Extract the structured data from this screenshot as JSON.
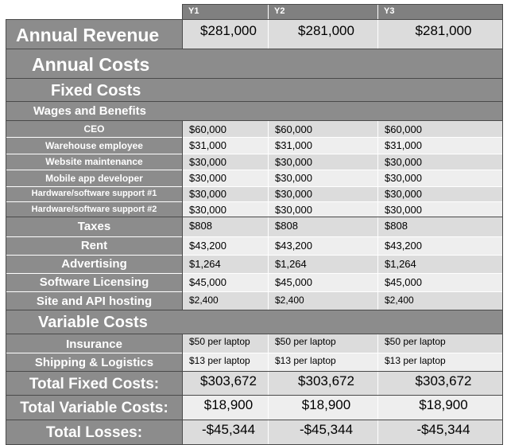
{
  "years": [
    "Y1",
    "Y2",
    "Y3"
  ],
  "annual_revenue": {
    "label": "Annual Revenue",
    "values": [
      "$281,000",
      "$281,000",
      "$281,000"
    ]
  },
  "annual_costs_label": "Annual Costs",
  "fixed_costs_label": "Fixed Costs",
  "wages_label": "Wages and Benefits",
  "wages": [
    {
      "label": "CEO",
      "values": [
        "$60,000",
        "$60,000",
        "$60,000"
      ]
    },
    {
      "label": "Warehouse employee",
      "values": [
        "$31,000",
        "$31,000",
        "$31,000"
      ]
    },
    {
      "label": "Website maintenance",
      "values": [
        "$30,000",
        "$30,000",
        "$30,000"
      ]
    },
    {
      "label": "Mobile app developer",
      "values": [
        "$30,000",
        "$30,000",
        "$30,000"
      ]
    },
    {
      "label": "Hardware/software support #1",
      "values": [
        "$30,000",
        "$30,000",
        "$30,000"
      ]
    },
    {
      "label": "Hardware/software support #2",
      "values": [
        "$30,000",
        "$30,000",
        "$30,000"
      ]
    }
  ],
  "other_fixed": [
    {
      "label": "Taxes",
      "values": [
        "$808",
        "$808",
        "$808"
      ]
    },
    {
      "label": "Rent",
      "values": [
        "$43,200",
        "$43,200",
        "$43,200"
      ]
    },
    {
      "label": "Advertising",
      "values": [
        "$1,264",
        "$1,264",
        "$1,264"
      ]
    },
    {
      "label": "Software Licensing",
      "values": [
        "$45,000",
        "$45,000",
        "$45,000"
      ]
    },
    {
      "label": "Site and API hosting",
      "values": [
        "$2,400",
        "$2,400",
        "$2,400"
      ]
    }
  ],
  "variable_costs_label": "Variable Costs",
  "variable": [
    {
      "label": "Insurance",
      "values": [
        "$50 per laptop",
        "$50 per laptop",
        "$50 per laptop"
      ]
    },
    {
      "label": "Shipping & Logistics",
      "values": [
        "$13 per laptop",
        "$13 per laptop",
        "$13 per laptop"
      ]
    }
  ],
  "totals": [
    {
      "label": "Total Fixed Costs:",
      "values": [
        "$303,672",
        "$303,672",
        "$303,672"
      ]
    },
    {
      "label": "Total Variable Costs:",
      "values": [
        "$18,900",
        "$18,900",
        "$18,900"
      ]
    },
    {
      "label": "Total Losses:",
      "values": [
        "-$45,344",
        "-$45,344",
        "-$45,344"
      ]
    }
  ]
}
